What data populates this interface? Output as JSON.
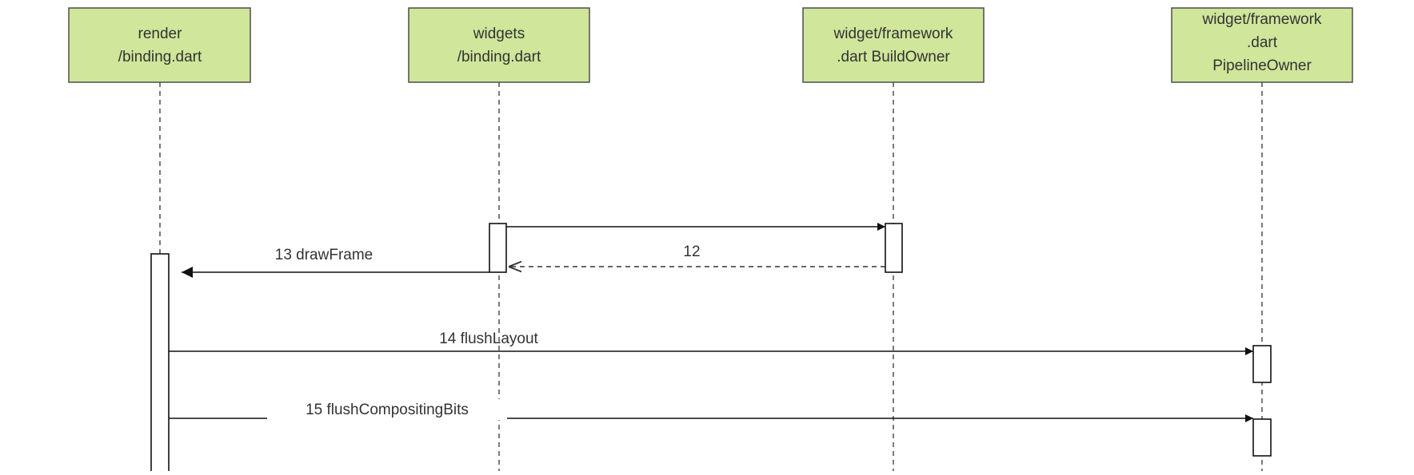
{
  "diagram": {
    "type": "sequence",
    "colors": {
      "participant_fill": "#cfe69b",
      "participant_border": "#4d4d4d",
      "line": "#111111",
      "text": "#333333"
    },
    "participants": [
      {
        "id": "render",
        "lines": [
          "render",
          "/binding.dart"
        ]
      },
      {
        "id": "widgets",
        "lines": [
          "widgets",
          "/binding.dart"
        ]
      },
      {
        "id": "buildowner",
        "lines": [
          "widget/framework",
          ".dart BuildOwner"
        ]
      },
      {
        "id": "pipelineowner",
        "lines": [
          "widget/framework",
          ".dart",
          "PipelineOwner"
        ]
      }
    ],
    "messages": [
      {
        "id": "m-unlabeled",
        "from": "widgets",
        "to": "buildowner",
        "label": "",
        "style": "solid"
      },
      {
        "id": "m12",
        "from": "buildowner",
        "to": "widgets",
        "label": "12",
        "style": "dashed-return"
      },
      {
        "id": "m13",
        "from": "widgets",
        "to": "render",
        "label": "13 drawFrame",
        "style": "solid"
      },
      {
        "id": "m14",
        "from": "render",
        "to": "pipelineowner",
        "label": "14 flushLayout",
        "style": "solid"
      },
      {
        "id": "m15",
        "from": "render",
        "to": "pipelineowner",
        "label": "15 flushCompositingBits",
        "style": "solid"
      }
    ]
  }
}
